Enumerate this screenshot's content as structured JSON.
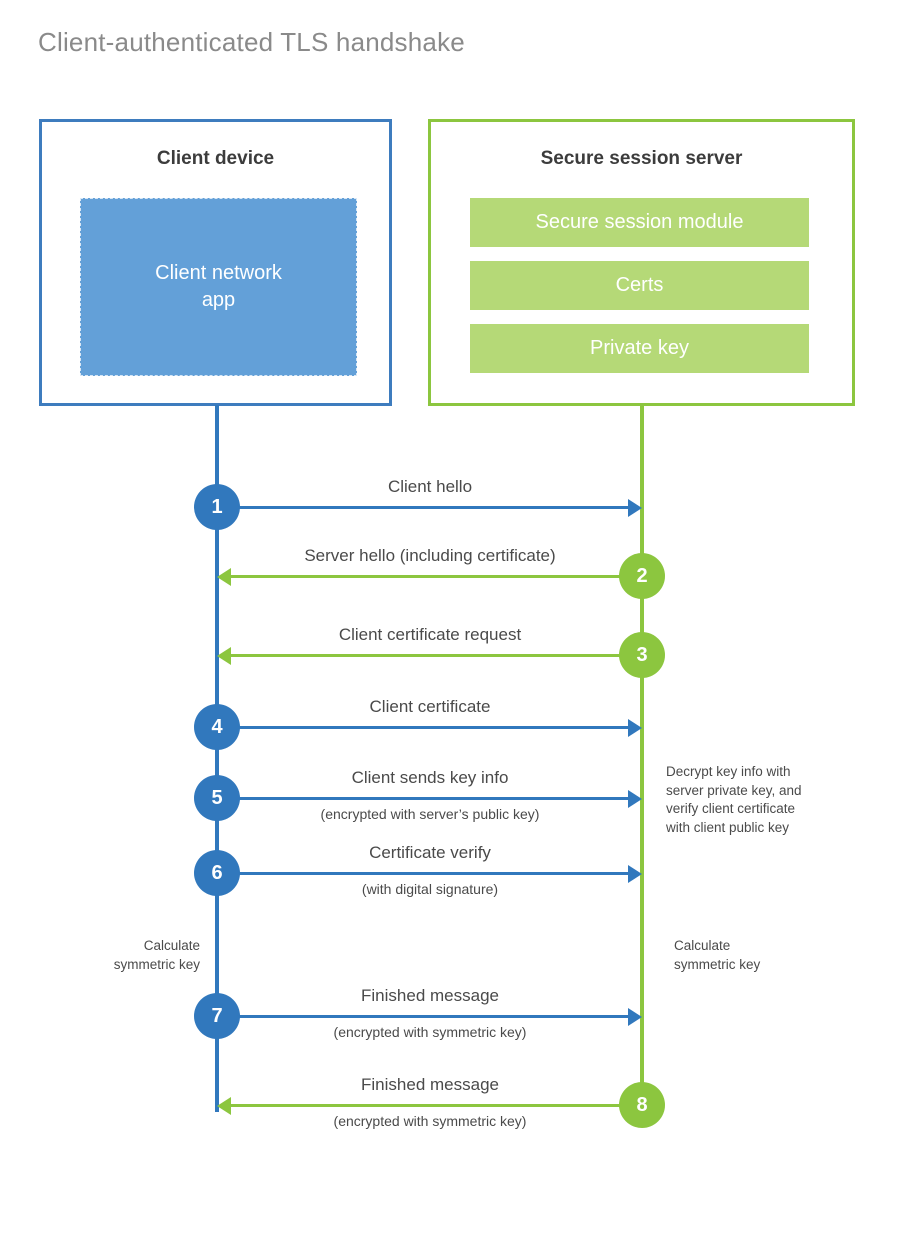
{
  "title": "Client-authenticated TLS handshake",
  "colors": {
    "client_blue": "#3178bd",
    "client_blue_border": "#3e7cbe",
    "client_app_fill": "#63a0d8",
    "server_green": "#8cc63f",
    "server_bar_fill": "#b5d977",
    "text_gray": "#4a4a4a",
    "title_gray": "#8a8a8a",
    "background": "#ffffff"
  },
  "actors": {
    "client": {
      "title": "Client device",
      "block_label": "Client network\napp"
    },
    "server": {
      "title": "Secure session server",
      "bars": [
        "Secure session module",
        "Certs",
        "Private key"
      ]
    }
  },
  "messages": [
    {
      "step": "1",
      "direction": "client-to-server",
      "label": "Client hello",
      "sublabel": ""
    },
    {
      "step": "2",
      "direction": "server-to-client",
      "label": "Server hello (including certificate)",
      "sublabel": ""
    },
    {
      "step": "3",
      "direction": "server-to-client",
      "label": "Client certificate request",
      "sublabel": ""
    },
    {
      "step": "4",
      "direction": "client-to-server",
      "label": "Client certificate",
      "sublabel": ""
    },
    {
      "step": "5",
      "direction": "client-to-server",
      "label": "Client sends key info",
      "sublabel": "(encrypted with server’s public key)"
    },
    {
      "step": "6",
      "direction": "client-to-server",
      "label": "Certificate verify",
      "sublabel": "(with digital signature)"
    },
    {
      "step": "7",
      "direction": "client-to-server",
      "label": "Finished message",
      "sublabel": "(encrypted with symmetric key)"
    },
    {
      "step": "8",
      "direction": "server-to-client",
      "label": "Finished message",
      "sublabel": "(encrypted with symmetric key)"
    }
  ],
  "notes": {
    "server_decrypt": "Decrypt key info with\nserver private key, and\nverify client certificate\nwith client public key",
    "client_calculate": "Calculate\nsymmetric key",
    "server_calculate": "Calculate\nsymmetric key"
  }
}
